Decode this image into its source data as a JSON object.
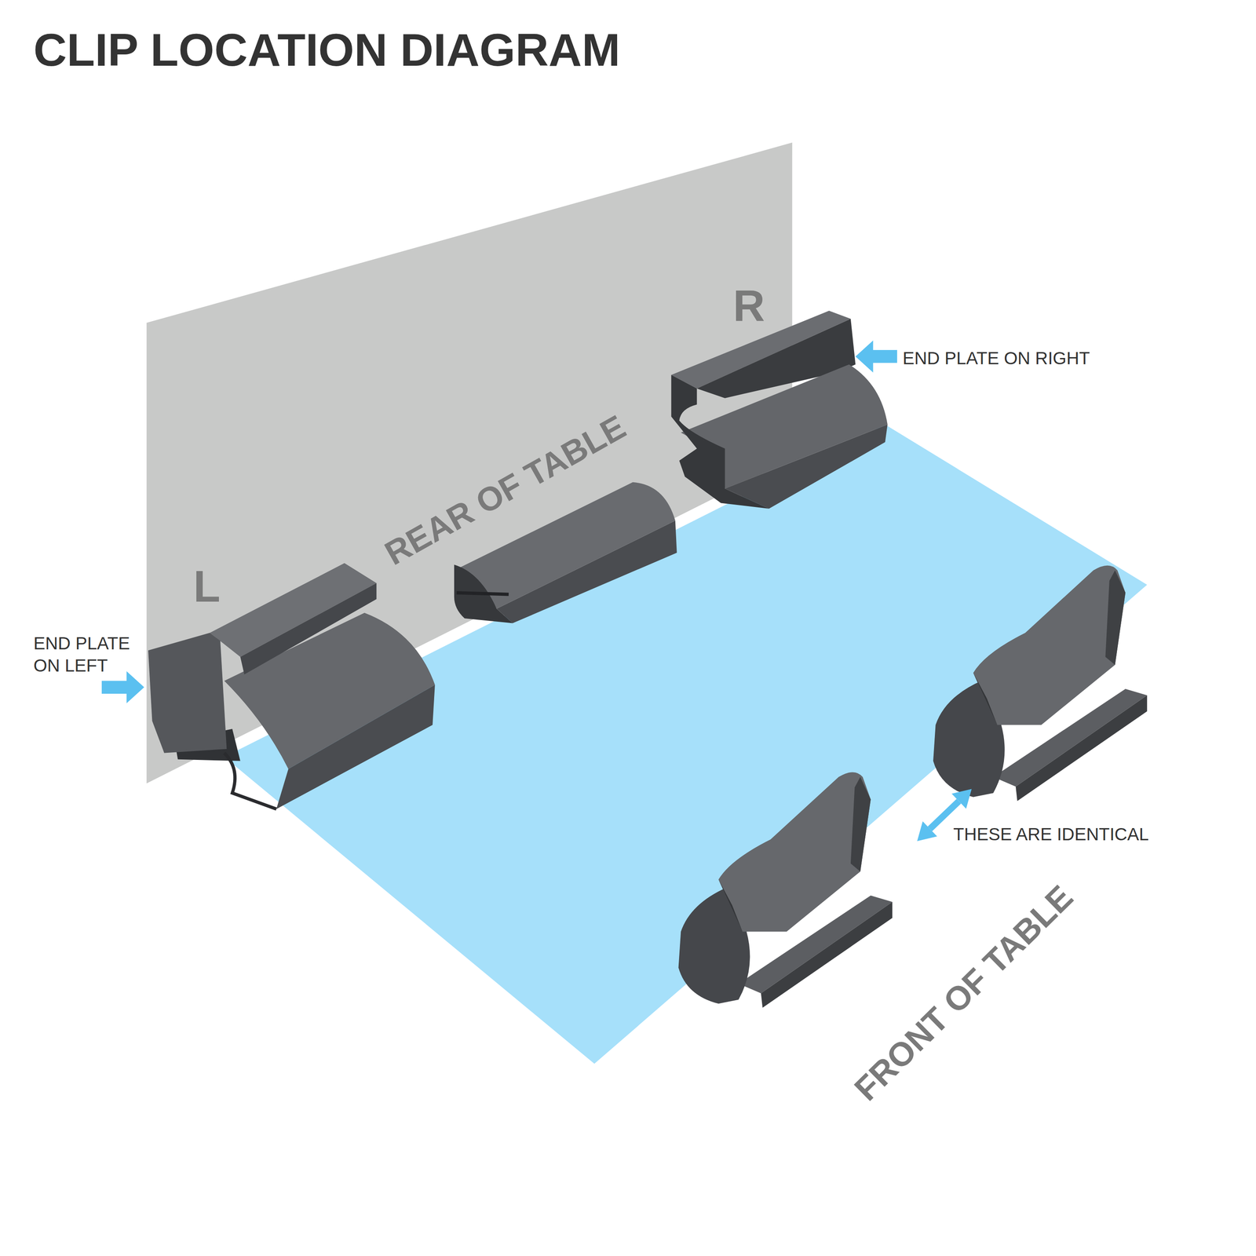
{
  "diagram": {
    "title": "CLIP LOCATION DIAGRAM",
    "labels": [
      "R",
      "END PLATE ON RIGHT",
      "REAR OF TABLE",
      "L",
      "END PLATE ON LEFT",
      "THESE ARE IDENTICAL",
      "FRONT OF TABLE"
    ]
  }
}
